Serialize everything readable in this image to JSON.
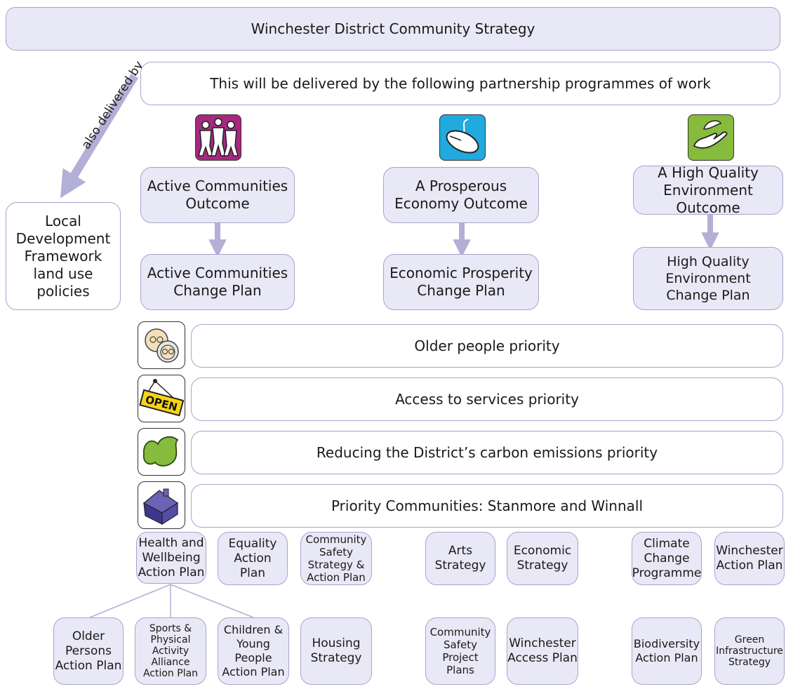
{
  "header": {
    "title": "Winchester District Community Strategy"
  },
  "subheader": {
    "text": "This will be delivered by the following partnership programmes of work"
  },
  "side": {
    "arrow_label": "also delivered by",
    "ldf_text": "Local\nDevelopment\nFramework\nland use\npolicies"
  },
  "outcomes": [
    {
      "label": "Active Communities\nOutcome",
      "plan": "Active Communities\nChange Plan",
      "icon": "active-communities-icon"
    },
    {
      "label": "A Prosperous\nEconomy Outcome",
      "plan": "Economic Prosperity\nChange Plan",
      "icon": "computer-mouse-icon"
    },
    {
      "label": "A High Quality\nEnvironment Outcome",
      "plan": "High Quality\nEnvironment\nChange Plan",
      "icon": "leaf-in-hand-icon"
    }
  ],
  "priorities": [
    {
      "label": "Older people priority",
      "icon": "older-people-icon"
    },
    {
      "label": "Access to services priority",
      "icon": "open-sign-icon",
      "icon_text": "OPEN"
    },
    {
      "label": "Reducing the District’s carbon emissions priority",
      "icon": "green-leaf-icon"
    },
    {
      "label": "Priority Communities: Stanmore and Winnall",
      "icon": "house-icon"
    }
  ],
  "plans_row1": [
    "Health and\nWellbeing\nAction Plan",
    "Equality\nAction\nPlan",
    "Community\nSafety\nStrategy &\nAction Plan",
    "Arts\nStrategy",
    "Economic\nStrategy",
    "Climate\nChange\nProgramme",
    "Winchester\nAction Plan"
  ],
  "plans_row2": [
    "Older\nPersons\nAction Plan",
    "Sports &\nPhysical\nActivity\nAlliance\nAction Plan",
    "Children &\nYoung\nPeople\nAction Plan",
    "Housing\nStrategy",
    "Community\nSafety\nProject\nPlans",
    "Winchester\nAccess Plan",
    "Biodiversity\nAction Plan",
    "Green\nInfrastructure\nStrategy"
  ],
  "colors": {
    "box_fill": "#e9e8f6",
    "border": "#a8a4cc",
    "arrow": "#b3afd6",
    "magenta": "#a7287f",
    "cyan": "#22a9dd",
    "green": "#86bb3d"
  }
}
